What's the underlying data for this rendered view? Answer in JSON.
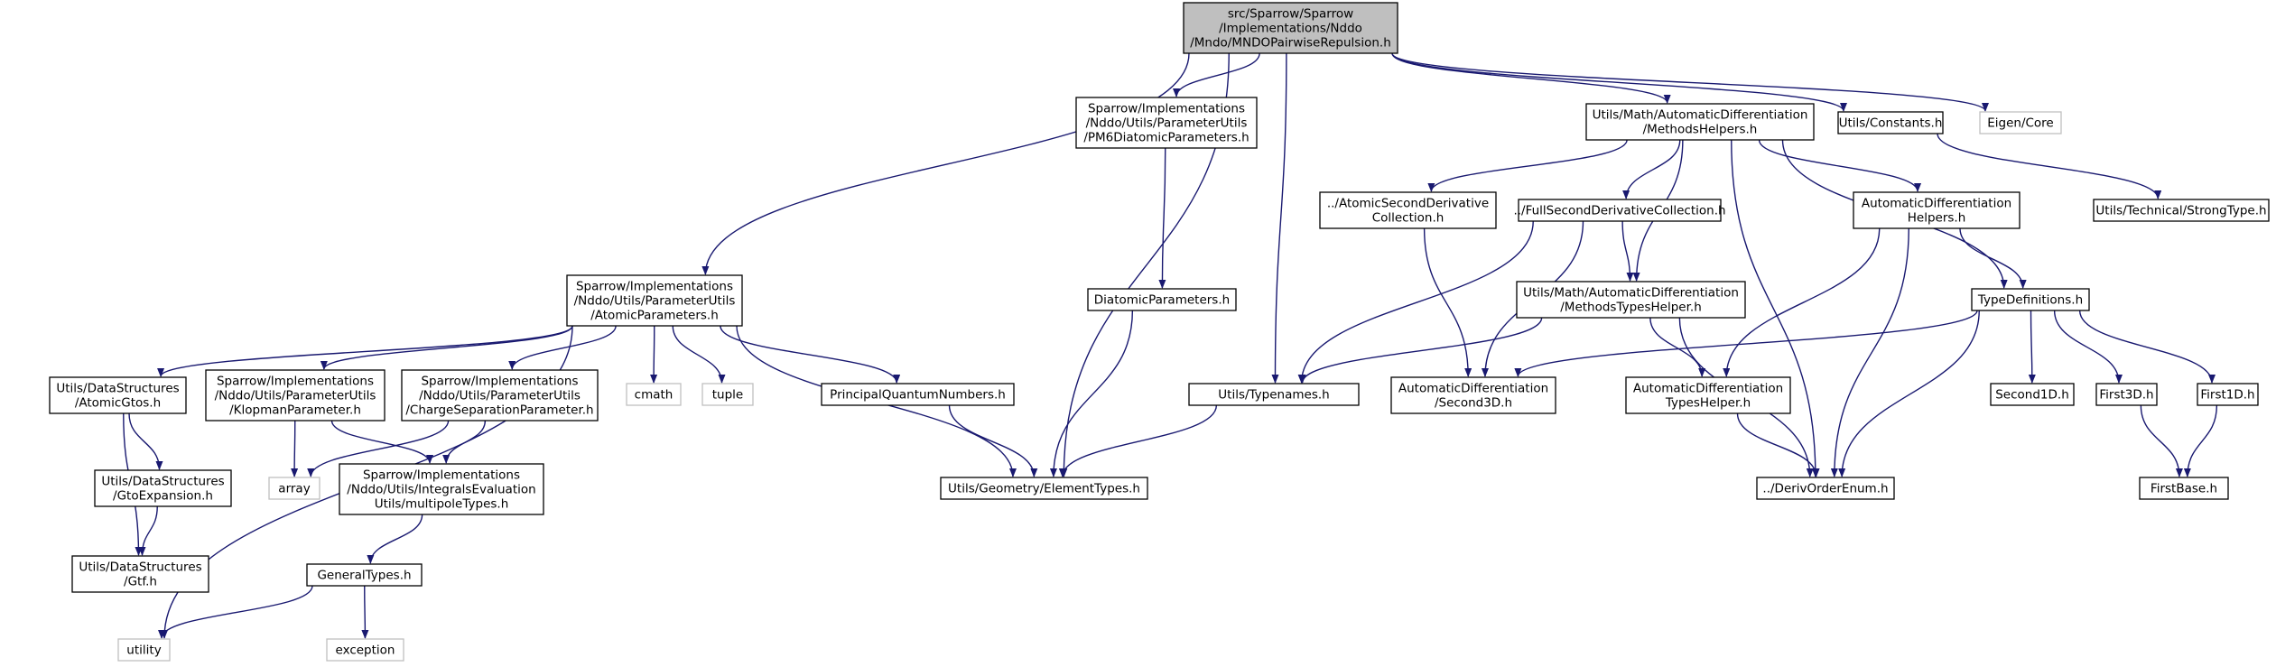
{
  "graph": {
    "title": "",
    "colors": {
      "edge": "#191970",
      "root_fill": "#bfbfbf",
      "node_border": "#000000",
      "external_border": "#bfbfbf",
      "background": "#ffffff"
    },
    "nodes": [
      {
        "id": "root",
        "lines": [
          "src/Sparrow/Sparrow",
          "/Implementations/Nddo",
          "/Mndo/MNDOPairwiseRepulsion.h"
        ],
        "kind": "root"
      },
      {
        "id": "pm6",
        "lines": [
          "Sparrow/Implementations",
          "/Nddo/Utils/ParameterUtils",
          "/PM6DiatomicParameters.h"
        ],
        "kind": "file"
      },
      {
        "id": "methodshelpers",
        "lines": [
          "Utils/Math/AutomaticDifferentiation",
          "/MethodsHelpers.h"
        ],
        "kind": "file"
      },
      {
        "id": "constants",
        "lines": [
          "Utils/Constants.h"
        ],
        "kind": "file"
      },
      {
        "id": "eigencore",
        "lines": [
          "Eigen/Core"
        ],
        "kind": "external"
      },
      {
        "id": "strongtype",
        "lines": [
          "Utils/Technical/StrongType.h"
        ],
        "kind": "file"
      },
      {
        "id": "atomicsecond",
        "lines": [
          "../AtomicSecondDerivative",
          "Collection.h"
        ],
        "kind": "file"
      },
      {
        "id": "fullsecond",
        "lines": [
          "../FullSecondDerivativeCollection.h"
        ],
        "kind": "file"
      },
      {
        "id": "adhelpers",
        "lines": [
          "AutomaticDifferentiation",
          "Helpers.h"
        ],
        "kind": "file"
      },
      {
        "id": "atomicparams",
        "lines": [
          "Sparrow/Implementations",
          "/Nddo/Utils/ParameterUtils",
          "/AtomicParameters.h"
        ],
        "kind": "file"
      },
      {
        "id": "diatomic",
        "lines": [
          "DiatomicParameters.h"
        ],
        "kind": "file"
      },
      {
        "id": "methodstypes",
        "lines": [
          "Utils/Math/AutomaticDifferentiation",
          "/MethodsTypesHelper.h"
        ],
        "kind": "file"
      },
      {
        "id": "typedefs",
        "lines": [
          "TypeDefinitions.h"
        ],
        "kind": "file"
      },
      {
        "id": "atomicgtos",
        "lines": [
          "Utils/DataStructures",
          "/AtomicGtos.h"
        ],
        "kind": "file"
      },
      {
        "id": "klopman",
        "lines": [
          "Sparrow/Implementations",
          "/Nddo/Utils/ParameterUtils",
          "/KlopmanParameter.h"
        ],
        "kind": "file"
      },
      {
        "id": "chargesep",
        "lines": [
          "Sparrow/Implementations",
          "/Nddo/Utils/ParameterUtils",
          "/ChargeSeparationParameter.h"
        ],
        "kind": "file"
      },
      {
        "id": "cmath",
        "lines": [
          "cmath"
        ],
        "kind": "external"
      },
      {
        "id": "tuple",
        "lines": [
          "tuple"
        ],
        "kind": "external"
      },
      {
        "id": "pqn",
        "lines": [
          "PrincipalQuantumNumbers.h"
        ],
        "kind": "file"
      },
      {
        "id": "typenames",
        "lines": [
          "Utils/Typenames.h"
        ],
        "kind": "file"
      },
      {
        "id": "second3d",
        "lines": [
          "AutomaticDifferentiation",
          "/Second3D.h"
        ],
        "kind": "file"
      },
      {
        "id": "adtypes",
        "lines": [
          "AutomaticDifferentiation",
          "TypesHelper.h"
        ],
        "kind": "file"
      },
      {
        "id": "second1d",
        "lines": [
          "Second1D.h"
        ],
        "kind": "file"
      },
      {
        "id": "first3d",
        "lines": [
          "First3D.h"
        ],
        "kind": "file"
      },
      {
        "id": "first1d",
        "lines": [
          "First1D.h"
        ],
        "kind": "file"
      },
      {
        "id": "gtoexp",
        "lines": [
          "Utils/DataStructures",
          "/GtoExpansion.h"
        ],
        "kind": "file"
      },
      {
        "id": "array",
        "lines": [
          "array"
        ],
        "kind": "external"
      },
      {
        "id": "multipole",
        "lines": [
          "Sparrow/Implementations",
          "/Nddo/Utils/IntegralsEvaluation",
          "Utils/multipoleTypes.h"
        ],
        "kind": "file"
      },
      {
        "id": "elementtypes",
        "lines": [
          "Utils/Geometry/ElementTypes.h"
        ],
        "kind": "file"
      },
      {
        "id": "derivorder",
        "lines": [
          "../DerivOrderEnum.h"
        ],
        "kind": "file"
      },
      {
        "id": "firstbase",
        "lines": [
          "FirstBase.h"
        ],
        "kind": "file"
      },
      {
        "id": "gtf",
        "lines": [
          "Utils/DataStructures",
          "/Gtf.h"
        ],
        "kind": "file"
      },
      {
        "id": "generaltypes",
        "lines": [
          "GeneralTypes.h"
        ],
        "kind": "file"
      },
      {
        "id": "utility",
        "lines": [
          "utility"
        ],
        "kind": "external"
      },
      {
        "id": "exception",
        "lines": [
          "exception"
        ],
        "kind": "external"
      }
    ],
    "edges": [
      [
        "root",
        "pm6"
      ],
      [
        "root",
        "methodshelpers"
      ],
      [
        "root",
        "constants"
      ],
      [
        "root",
        "eigencore"
      ],
      [
        "root",
        "atomicparams"
      ],
      [
        "root",
        "elementtypes"
      ],
      [
        "root",
        "typenames"
      ],
      [
        "constants",
        "strongtype"
      ],
      [
        "pm6",
        "diatomic"
      ],
      [
        "diatomic",
        "elementtypes"
      ],
      [
        "methodshelpers",
        "atomicsecond"
      ],
      [
        "methodshelpers",
        "fullsecond"
      ],
      [
        "methodshelpers",
        "adhelpers"
      ],
      [
        "methodshelpers",
        "typedefs"
      ],
      [
        "methodshelpers",
        "methodstypes"
      ],
      [
        "methodshelpers",
        "derivorder"
      ],
      [
        "atomicsecond",
        "second3d"
      ],
      [
        "fullsecond",
        "methodstypes"
      ],
      [
        "fullsecond",
        "typenames"
      ],
      [
        "fullsecond",
        "second3d"
      ],
      [
        "adhelpers",
        "typedefs"
      ],
      [
        "adhelpers",
        "adtypes"
      ],
      [
        "adhelpers",
        "derivorder"
      ],
      [
        "methodstypes",
        "typenames"
      ],
      [
        "methodstypes",
        "adtypes"
      ],
      [
        "methodstypes",
        "derivorder"
      ],
      [
        "typedefs",
        "second3d"
      ],
      [
        "typedefs",
        "second1d"
      ],
      [
        "typedefs",
        "first3d"
      ],
      [
        "typedefs",
        "first1d"
      ],
      [
        "typedefs",
        "derivorder"
      ],
      [
        "first3d",
        "firstbase"
      ],
      [
        "first1d",
        "firstbase"
      ],
      [
        "adtypes",
        "derivorder"
      ],
      [
        "typenames",
        "elementtypes"
      ],
      [
        "atomicparams",
        "atomicgtos"
      ],
      [
        "atomicparams",
        "klopman"
      ],
      [
        "atomicparams",
        "chargesep"
      ],
      [
        "atomicparams",
        "cmath"
      ],
      [
        "atomicparams",
        "tuple"
      ],
      [
        "atomicparams",
        "pqn"
      ],
      [
        "atomicparams",
        "elementtypes"
      ],
      [
        "atomicparams",
        "utility"
      ],
      [
        "pqn",
        "elementtypes"
      ],
      [
        "atomicgtos",
        "gtoexp"
      ],
      [
        "atomicgtos",
        "gtf"
      ],
      [
        "gtoexp",
        "gtf"
      ],
      [
        "klopman",
        "array"
      ],
      [
        "klopman",
        "multipole"
      ],
      [
        "chargesep",
        "array"
      ],
      [
        "chargesep",
        "multipole"
      ],
      [
        "multipole",
        "generaltypes"
      ],
      [
        "generaltypes",
        "utility"
      ],
      [
        "generaltypes",
        "exception"
      ]
    ]
  }
}
